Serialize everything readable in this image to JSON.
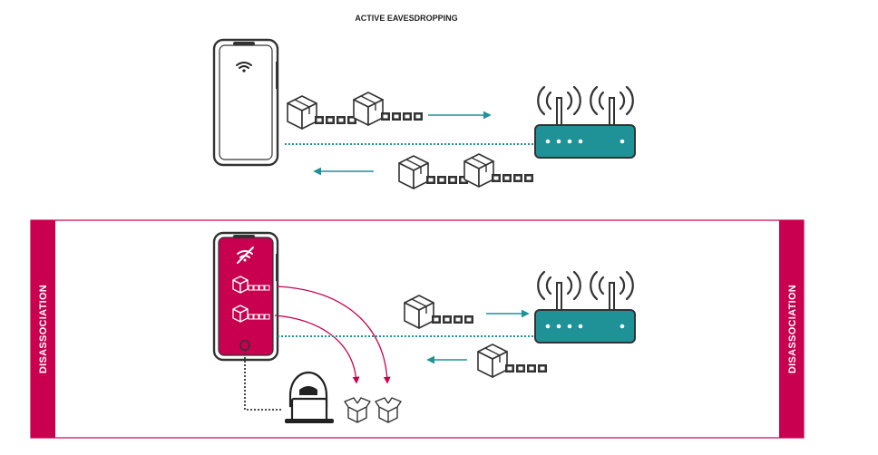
{
  "title": "ACTIVE EAVESDROPPING",
  "panel_label_left": "DISASSOCIATION",
  "panel_label_right": "DISASSOCIATION",
  "colors": {
    "accent": "#c8004f",
    "teal": "#1f9297",
    "outline": "#333333",
    "box_fill": "#f4f4f4"
  },
  "icons": {
    "phone": "smartphone-icon",
    "router": "wifi-router-icon",
    "packet": "data-packet-icon",
    "hacker": "hacker-laptop-icon",
    "wifi": "wifi-icon",
    "wifi_off": "wifi-off-icon",
    "open_box": "open-box-icon"
  }
}
